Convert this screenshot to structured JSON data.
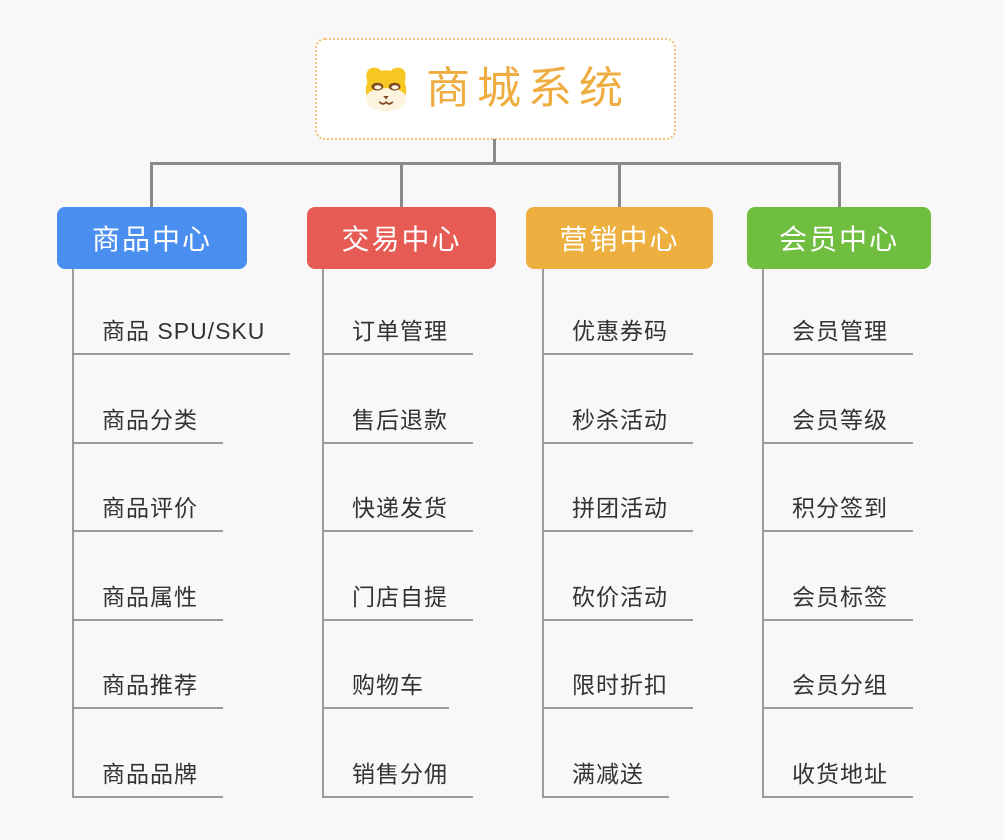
{
  "root": {
    "title": "商城系统",
    "icon": "dog-face-icon"
  },
  "categories": [
    {
      "label": "商品中心",
      "color": "#4A8EF0",
      "children": [
        "商品 SPU/SKU",
        "商品分类",
        "商品评价",
        "商品属性",
        "商品推荐",
        "商品品牌"
      ]
    },
    {
      "label": "交易中心",
      "color": "#E75B55",
      "children": [
        "订单管理",
        "售后退款",
        "快递发货",
        "门店自提",
        "购物车",
        "销售分佣"
      ]
    },
    {
      "label": "营销中心",
      "color": "#EDAF3F",
      "children": [
        "优惠券码",
        "秒杀活动",
        "拼团活动",
        "砍价活动",
        "限时折扣",
        "满减送"
      ]
    },
    {
      "label": "会员中心",
      "color": "#70BE40",
      "children": [
        "会员管理",
        "会员等级",
        "积分签到",
        "会员标签",
        "会员分组",
        "收货地址"
      ]
    }
  ],
  "colors": {
    "background": "#F8F8F8",
    "connector": "#8A8A8A",
    "branch_line": "#9B9B9B",
    "leaf_text": "#333333",
    "root_text": "#EFAC40",
    "root_border": "#F2C173"
  }
}
